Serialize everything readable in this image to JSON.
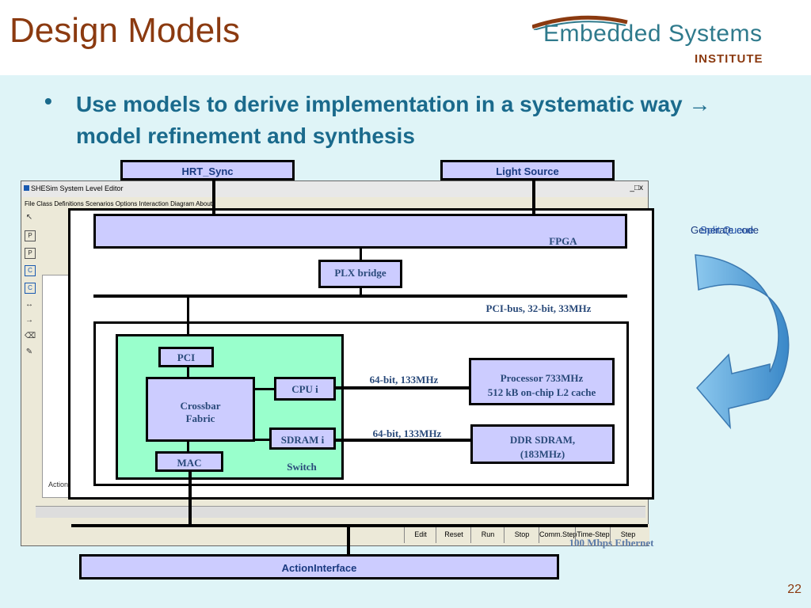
{
  "slide": {
    "title": "Design Models",
    "logo_main": "Embedded Systems",
    "logo_sub": "INSTITUTE",
    "bullet_char": "•",
    "bullet_text": "Use models to derive implementation in a systematic way → model refinement and synthesis",
    "page_number": "22"
  },
  "window": {
    "title": "SHESim System Level Editor",
    "controls": "_□x",
    "menu": "File  Class Definitions  Scenarios  Options  Interaction Diagram  About",
    "truncated_label": "Action",
    "buttons": [
      "Edit",
      "Reset",
      "Run",
      "Stop",
      "Comm.Step",
      "Time-Step",
      "Step"
    ]
  },
  "diagram": {
    "hrt_sync": "HRT_Sync",
    "light_source": "Light Source",
    "fpga": "FPGA",
    "plx_bridge": "PLX bridge",
    "pci_bus": "PCI-bus, 32-bit, 33MHz",
    "pci": "PCI",
    "crossbar": "Crossbar Fabric",
    "cpu_i": "CPU i",
    "sdram_i": "SDRAM i",
    "mac": "MAC",
    "switch": "Switch",
    "link_cpu": "64-bit, 133MHz",
    "link_sdram": "64-bit, 133MHz",
    "processor": "Processor  733MHz\n512 kB on-chip L2 cache",
    "ddr": "DDR SDRAM,\n(183MHz)",
    "ethernet": "100 Mbps Ethernet",
    "action_interface": "ActionInterface",
    "arrow_overlay_a": "Generate code",
    "arrow_overlay_b": "Split Queue"
  },
  "colors": {
    "title": "#8b3a10",
    "bullet": "#1a6a8c",
    "content_bg": "#dff4f7",
    "box_fill": "#ccccff",
    "switch_fill": "#99ffcc",
    "arrow": "#5ba8d8"
  }
}
